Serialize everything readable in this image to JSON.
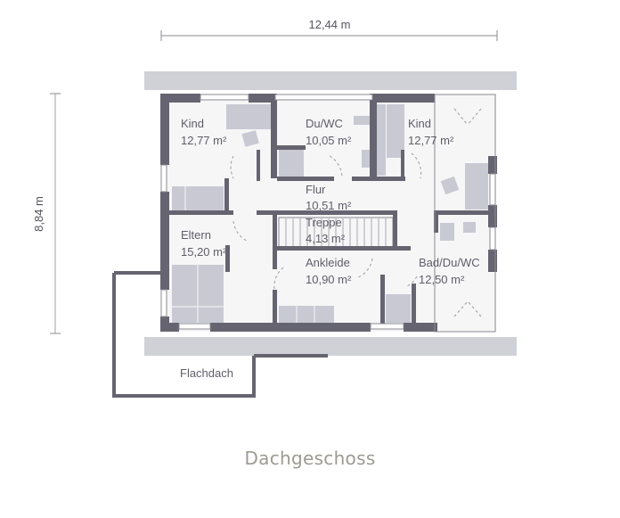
{
  "plan": {
    "title": "Dachgeschoss",
    "dimensions": {
      "width": "12,44 m",
      "depth": "8,84 m"
    },
    "rooms": [
      {
        "name": "Kind",
        "area": "12,77 m²"
      },
      {
        "name": "Du/WC",
        "area": "10,05 m²"
      },
      {
        "name": "Kind",
        "area": "12,77 m²"
      },
      {
        "name": "Flur",
        "area": "10,51 m²"
      },
      {
        "name": "Treppe",
        "area": "4,13 m²"
      },
      {
        "name": "Eltern",
        "area": "15,20 m²"
      },
      {
        "name": "Ankleide",
        "area": "10,90 m²"
      },
      {
        "name": "Bad/Du/WC",
        "area": "12,50 m²"
      }
    ],
    "outside": {
      "flat_roof": "Flachdach"
    },
    "colors": {
      "wall": "#666470",
      "furniture": "#c9c9d3",
      "roof_band": "#d0d1d6",
      "floor": "#f6f6f7",
      "title": "#9c9a92"
    }
  }
}
